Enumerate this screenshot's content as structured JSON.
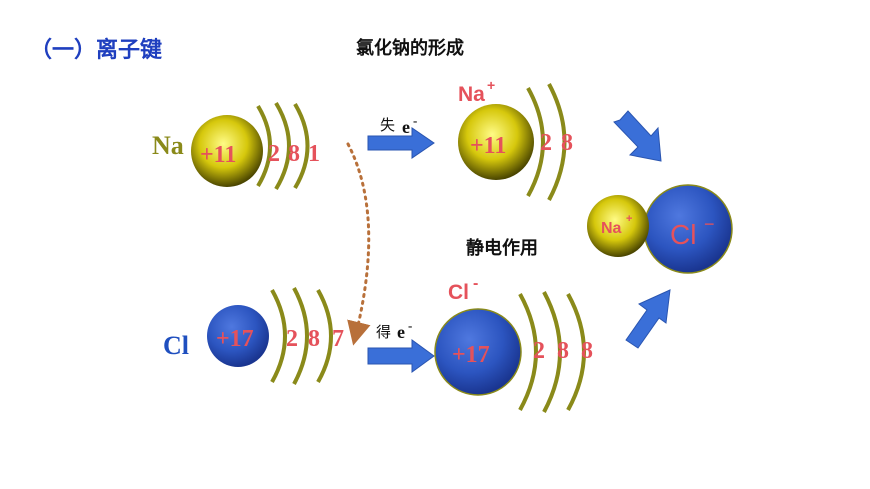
{
  "heading": "（一）离子键",
  "title": "氯化钠的形成",
  "force_label": "静电作用",
  "sodium_atom": {
    "symbol": "Na",
    "nucleus": "+11",
    "shells": [
      "2",
      "8",
      "1"
    ]
  },
  "chlorine_atom": {
    "symbol": "Cl",
    "nucleus": "+17",
    "shells": [
      "2",
      "8",
      "7"
    ]
  },
  "sodium_ion": {
    "symbol": "Na",
    "charge": "+",
    "nucleus": "+11",
    "shells": [
      "2",
      "8"
    ]
  },
  "chlorine_ion": {
    "symbol": "Cl",
    "charge": "-",
    "nucleus": "+17",
    "shells": [
      "2",
      "8",
      "8"
    ]
  },
  "lose_label": {
    "text": "失",
    "particle": "e",
    "charge": "-"
  },
  "gain_label": {
    "text": "得",
    "particle": "e",
    "charge": "-"
  },
  "ionic_pair": {
    "cation": "Na",
    "cation_charge": "+",
    "anion": "Cl",
    "anion_charge": "−"
  },
  "colors": {
    "heading": "#1f3fbf",
    "sodium_text": "#8a8a1a",
    "chlorine_text": "#1f4fbf",
    "ion_label": "#e5525b",
    "shell_numbers": "#e5525b",
    "arrow": "#3a6fd8",
    "shell_arcs": "#8a8a1a",
    "transfer_path": "#b8703a"
  }
}
